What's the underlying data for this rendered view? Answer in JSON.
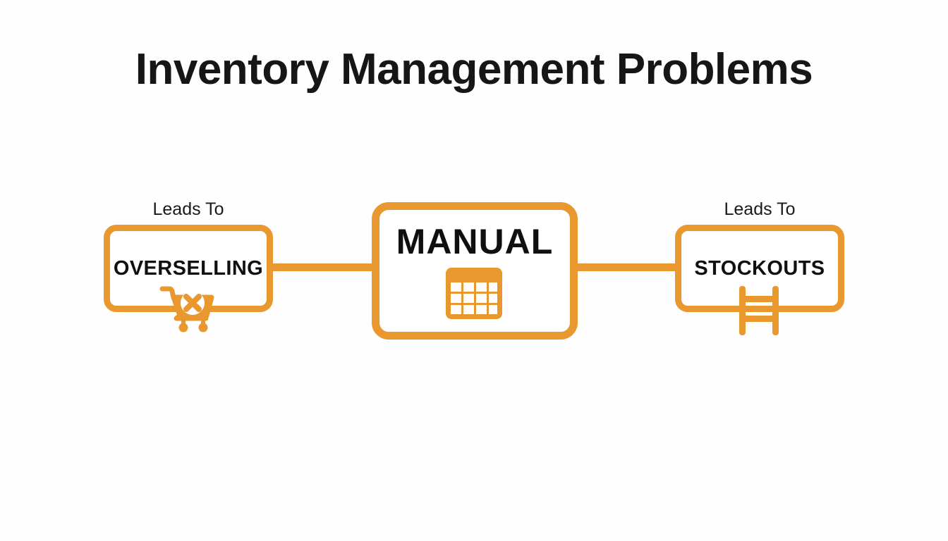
{
  "slide": {
    "title": "Inventory Management Problems",
    "background_color": "#fefefe",
    "accent_color": "#e8982f",
    "text_color": "#101010"
  },
  "diagram": {
    "type": "flow",
    "direction": "center-outward",
    "nodes": [
      {
        "id": "overselling",
        "label": "OVERSELLING",
        "caption": "Leads To",
        "icon": "shopping-cart-x-icon",
        "position": "left"
      },
      {
        "id": "manual",
        "label": "MANUAL",
        "caption": "",
        "icon": "spreadsheet-grid-icon",
        "position": "center"
      },
      {
        "id": "stockouts",
        "label": "STOCKOUTS",
        "caption": "Leads To",
        "icon": "empty-shelf-icon",
        "position": "right"
      }
    ],
    "connectors": [
      {
        "id": "manual-to-overselling",
        "from": "manual",
        "to": "overselling",
        "label": "Leads To"
      },
      {
        "id": "manual-to-stockouts",
        "from": "manual",
        "to": "stockouts",
        "label": "Leads To"
      }
    ]
  }
}
